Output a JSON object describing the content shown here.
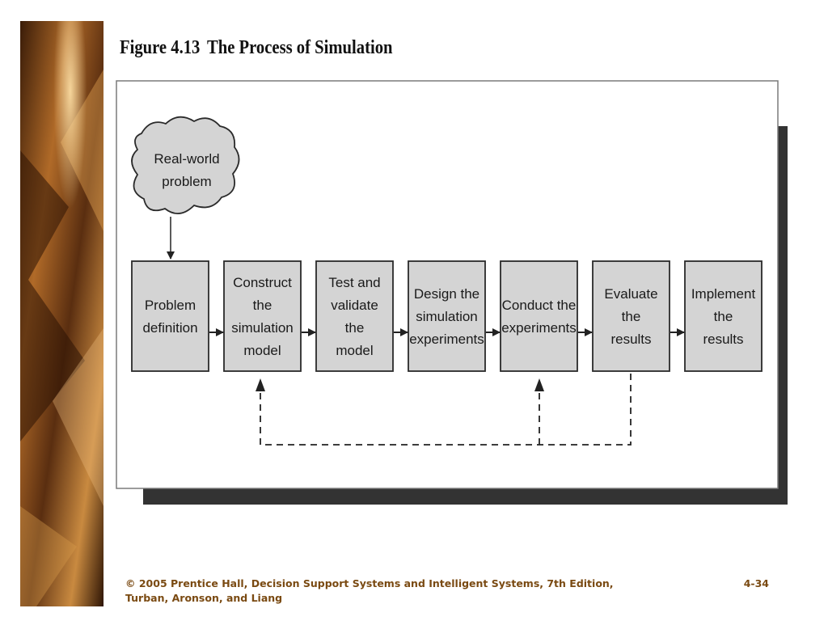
{
  "figure": {
    "number": "Figure 4.13",
    "title": "The Process of Simulation"
  },
  "diagram": {
    "start": {
      "label_lines": [
        "Real-world",
        "problem"
      ]
    },
    "steps": [
      {
        "label_lines": [
          "Problem",
          "definition"
        ]
      },
      {
        "label_lines": [
          "Construct",
          "the",
          "simulation",
          "model"
        ]
      },
      {
        "label_lines": [
          "Test and",
          "validate",
          "the",
          "model"
        ]
      },
      {
        "label_lines": [
          "Design the",
          "simulation",
          "experiments"
        ]
      },
      {
        "label_lines": [
          "Conduct the",
          "experiments"
        ]
      },
      {
        "label_lines": [
          "Evaluate",
          "the",
          "results"
        ]
      },
      {
        "label_lines": [
          "Implement",
          "the",
          "results"
        ]
      }
    ],
    "colors": {
      "box_fill": "#d4d4d4",
      "box_stroke": "#2a2a2a",
      "frame_shadow": "#333333"
    }
  },
  "footer": {
    "line1": "© 2005  Prentice Hall, Decision Support Systems and Intelligent Systems, 7th Edition,",
    "line2": "Turban, Aronson, and Liang",
    "page": "4-34"
  }
}
